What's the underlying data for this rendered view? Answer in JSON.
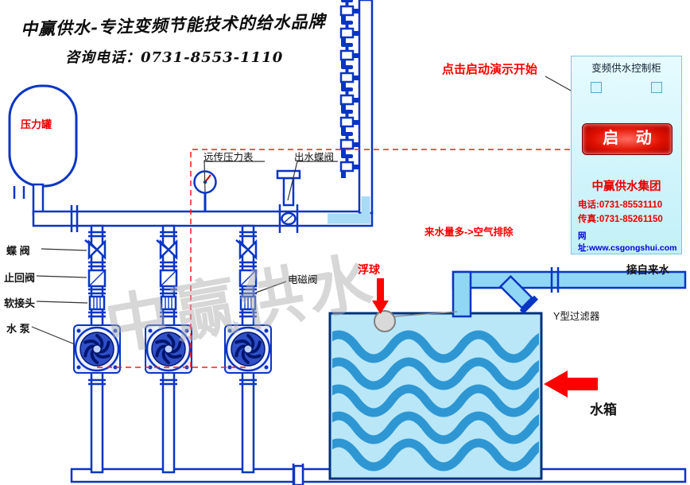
{
  "colors": {
    "accent_red": "#ff0000",
    "pipe_blue": "#0a35c4",
    "water_light": "#a8dcf6",
    "wave_blue": "#2e97d3",
    "cabinet_bg": "#cdf2fa",
    "button_red": "#e01000"
  },
  "header": {
    "brand_slogan": "中赢供水-专注变频节能技术的给水品牌",
    "phone_line": "咨询电话：0731-8553-1110"
  },
  "demo_hint": "点击启动演示开始",
  "cabinet": {
    "title": "变频供水控制柜",
    "start_button": "启 动",
    "company": "中赢供水集团",
    "phone": "电话:0731-85531110",
    "fax": "传真:0731-85261150",
    "website": "网址:www.csgongshui.com"
  },
  "labels": {
    "pressure_tank": "压力罐",
    "butterfly_valve": "蝶 阀",
    "check_valve": "止回阀",
    "soft_joint": "软接头",
    "pump": "水 泵",
    "remote_pressure_gauge": "远传压力表",
    "outlet_butterfly_valve": "出水蝶阀",
    "solenoid_valve": "电磁阀",
    "float_ball": "浮球",
    "inlet_note": "来水量多-&gt;空气排除",
    "tap_water_inlet": "接自来水",
    "y_filter": "Y型过滤器",
    "water_tank": "水箱"
  },
  "watermark": "中赢供水",
  "diagram": {
    "pump_count": 3,
    "faucet_count": 8,
    "icons": [
      "faucet-icon",
      "pump-impeller-icon",
      "pressure-gauge-icon",
      "float-ball-icon",
      "left-arrow-icon",
      "down-arrow-icon",
      "butterfly-valve-icon",
      "check-valve-icon",
      "soft-joint-icon",
      "y-filter-icon"
    ]
  }
}
